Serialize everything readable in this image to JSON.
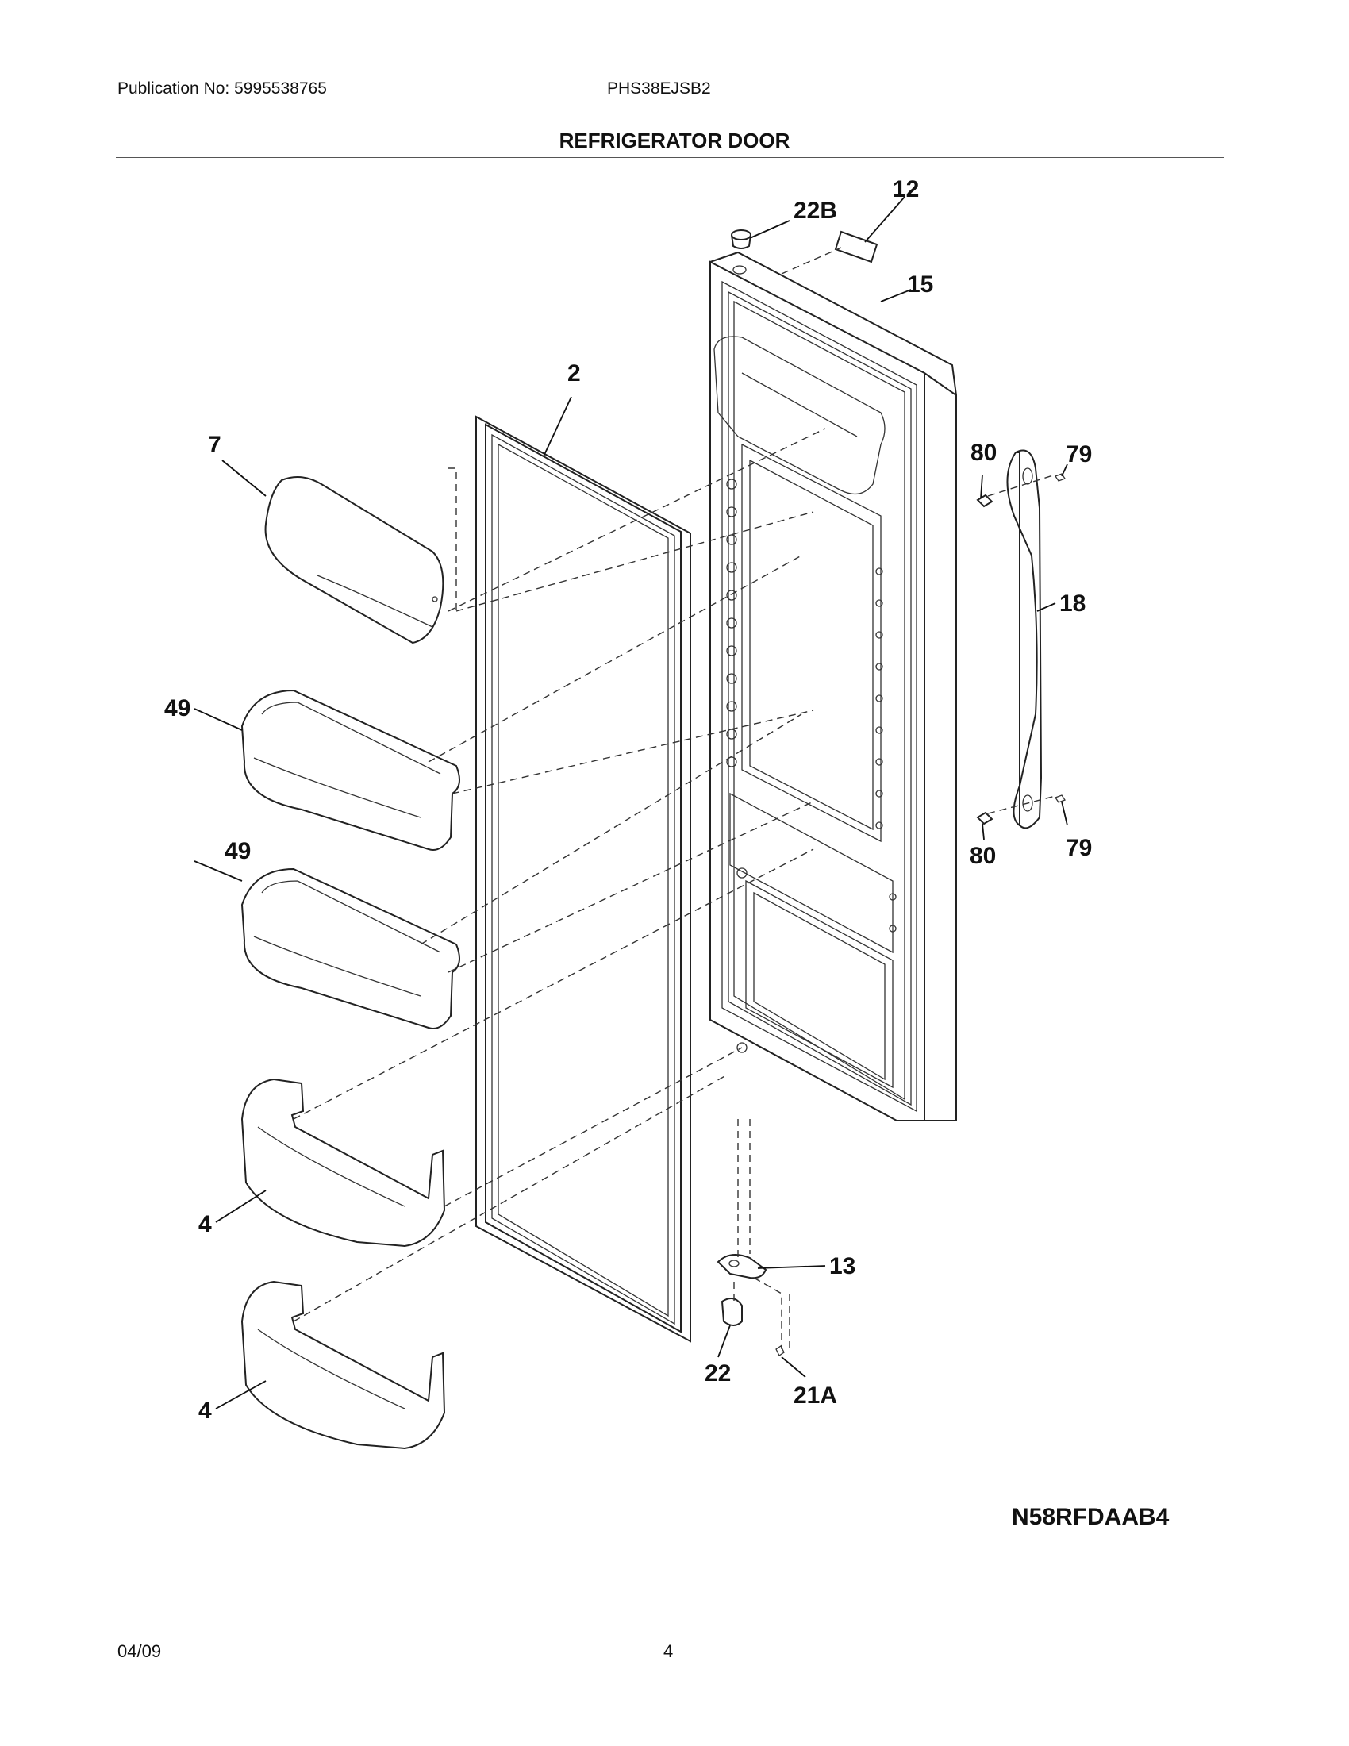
{
  "header": {
    "publication": "Publication No: 5995538765",
    "model": "PHS38EJSB2",
    "title": "REFRIGERATOR DOOR"
  },
  "diagram_code": "N58RFDAAB4",
  "footer": {
    "date": "04/09",
    "page": "4"
  },
  "callouts": {
    "c22b": "22B",
    "c12": "12",
    "c15": "15",
    "c2": "2",
    "c7": "7",
    "c80a": "80",
    "c79a": "79",
    "c18": "18",
    "c49a": "49",
    "c49b": "49",
    "c80b": "80",
    "c79b": "79",
    "c4a": "4",
    "c13": "13",
    "c22": "22",
    "c21a": "21A",
    "c4b": "4"
  }
}
